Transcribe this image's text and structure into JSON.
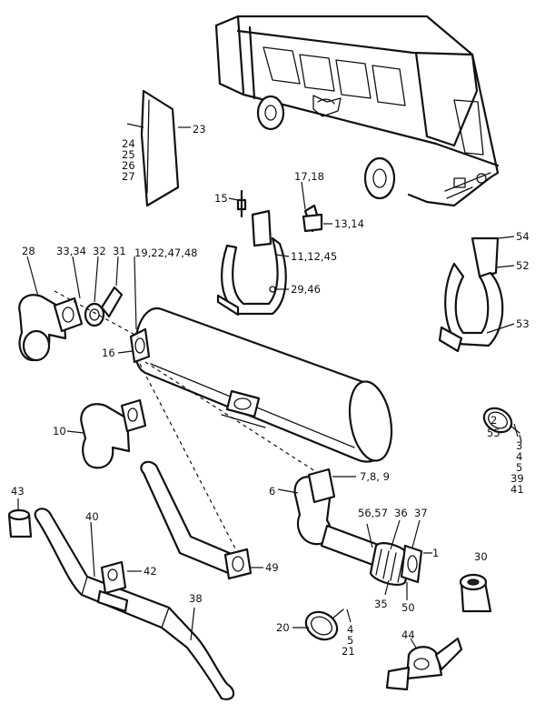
{
  "callouts": {
    "c1": "1",
    "c2": "2",
    "c55": "55",
    "c3": "3",
    "c4": "4",
    "c5": "5",
    "c39": "39",
    "c41": "41",
    "c6": "6",
    "c789": "7,8, 9",
    "c10": "10",
    "c11": "11,12,45",
    "c1314": "13,14",
    "c15": "15",
    "c16": "16",
    "c1718": "17,18",
    "c19": "19,22,47,48",
    "c20": "20",
    "c4b": "4",
    "c5b": "5",
    "c21": "21",
    "c23": "23",
    "c24": "24",
    "c25": "25",
    "c26": "26",
    "c27": "27",
    "c28": "28",
    "c2946": "29,46",
    "c30": "30",
    "c31": "31",
    "c32": "32",
    "c3334": "33,34",
    "c35": "35",
    "c36": "36",
    "c37": "37",
    "c38": "38",
    "c40": "40",
    "c42": "42",
    "c43": "43",
    "c44": "44",
    "c49": "49",
    "c50": "50",
    "c52": "52",
    "c53": "53",
    "c54": "54",
    "c5657": "56,57"
  }
}
